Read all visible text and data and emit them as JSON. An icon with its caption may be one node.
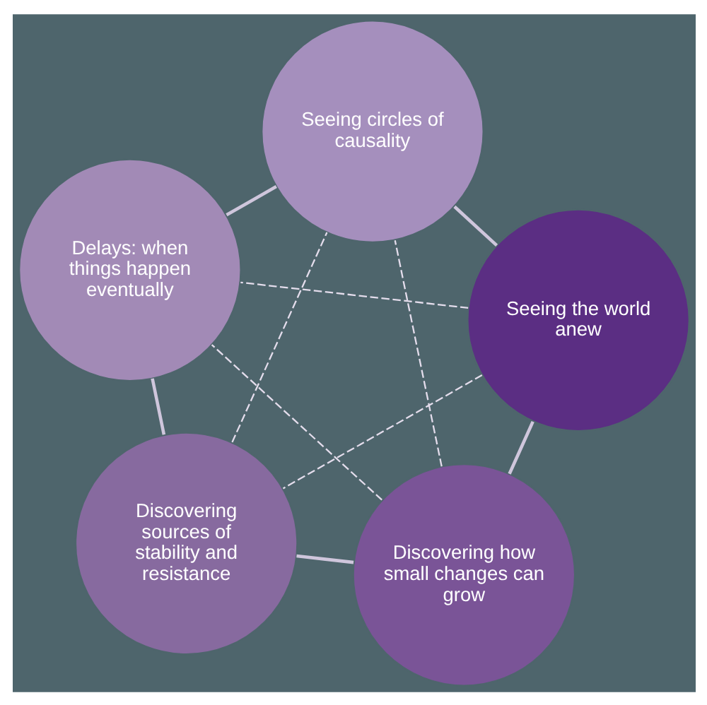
{
  "diagram": {
    "nodes": [
      {
        "text": [
          "Seeing the world anew"
        ]
      },
      {
        "text": [
          "Discovering how small changes can grow"
        ]
      },
      {
        "text": [
          "Discovering sources of stability and resistance"
        ]
      },
      {
        "text": [
          "Delays: when things happen eventually"
        ]
      },
      {
        "text": [
          "Seeing circles of causality"
        ]
      }
    ],
    "edges": [
      {
        "from": 0,
        "to": 1,
        "arrow": "none"
      },
      {
        "from": 1,
        "to": 2,
        "arrow": "none"
      },
      {
        "from": 2,
        "to": 3,
        "arrow": "none"
      },
      {
        "from": 3,
        "to": 4,
        "arrow": "none"
      },
      {
        "from": 4,
        "to": 0,
        "arrow": "none"
      },
      {
        "from": 0,
        "to": 2,
        "arrow": "none",
        "style": "dashed"
      },
      {
        "from": 0,
        "to": 3,
        "arrow": "none",
        "style": "dashed"
      },
      {
        "from": 1,
        "to": 3,
        "arrow": "none",
        "style": "dashed"
      },
      {
        "from": 1,
        "to": 4,
        "arrow": "none",
        "style": "dashed"
      },
      {
        "from": 2,
        "to": 4,
        "arrow": "none",
        "style": "dashed"
      }
    ]
  }
}
